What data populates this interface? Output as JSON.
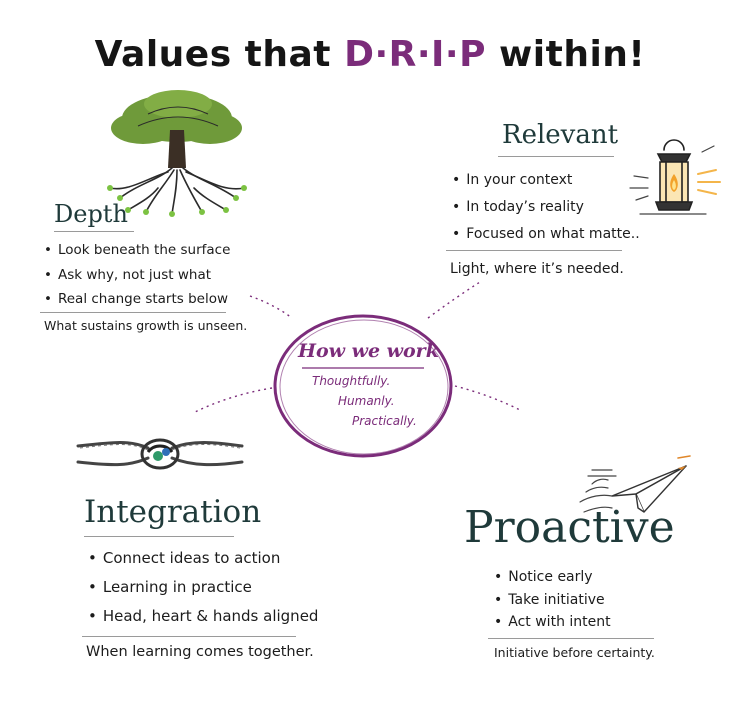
{
  "title": {
    "prefix": "Values that",
    "accent": "D·R·I·P",
    "suffix": "within!"
  },
  "colors": {
    "accent": "#7b2c7a",
    "heading": "#1f3a3a",
    "text": "#1c1c1c"
  },
  "center": {
    "heading": "How we work",
    "lines": [
      "Thoughtfully.",
      "Humanly.",
      "Practically."
    ]
  },
  "depth": {
    "heading": "Depth",
    "bullets": [
      "Look beneath the surface",
      "Ask why, not just what",
      "Real change starts below"
    ],
    "tagline": "What sustains growth is unseen."
  },
  "relevant": {
    "heading": "Relevant",
    "bullets": [
      "In your context",
      "In today’s reality",
      "Focused on what matte.."
    ],
    "tagline": "Light, where it’s needed."
  },
  "integration": {
    "heading": "Integration",
    "bullets": [
      "Connect ideas to action",
      "Learning in practice",
      "Head, heart & hands aligned"
    ],
    "tagline": "When learning comes together."
  },
  "proactive": {
    "heading": "Proactive",
    "bullets": [
      "Notice early",
      "Take initiative",
      "Act with intent"
    ],
    "tagline": "Initiative before certainty."
  },
  "icons": [
    "tree-icon",
    "lantern-icon",
    "knot-icon",
    "paper-plane-icon"
  ]
}
